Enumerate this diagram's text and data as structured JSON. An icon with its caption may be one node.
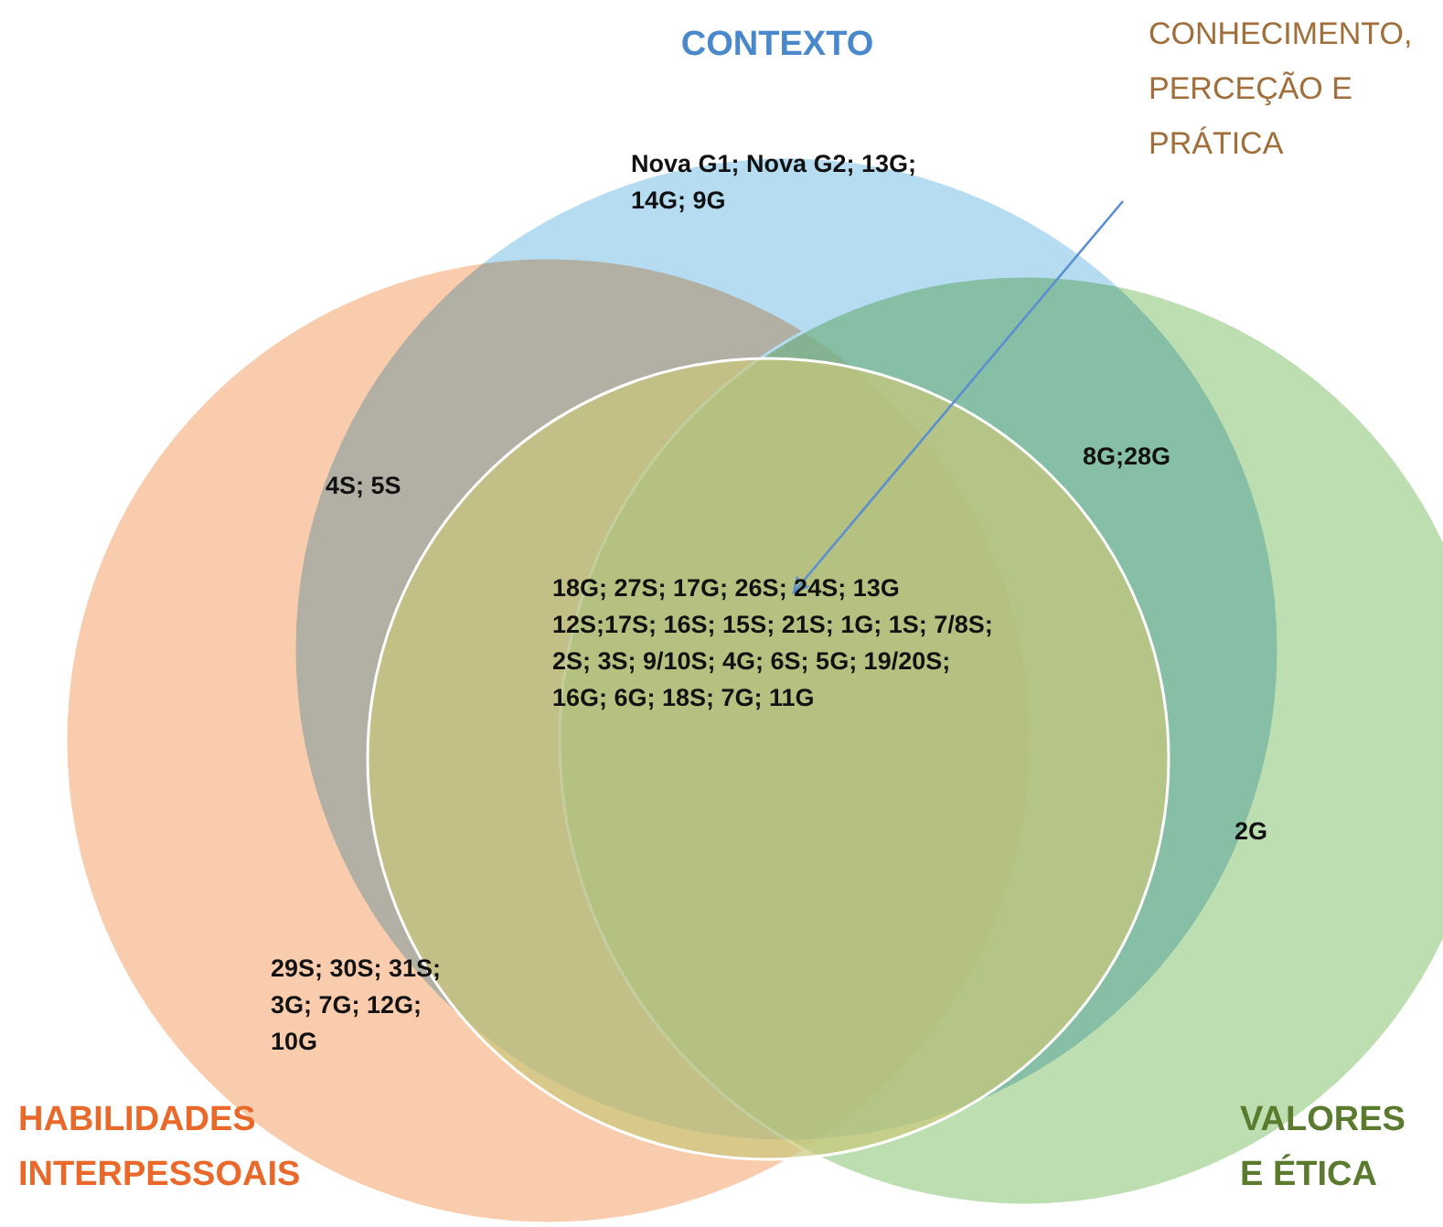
{
  "diagram": {
    "nodes": [
      {
        "text": [
          "CONHECIMENTO, PERCEÇÃO E PRÁTICA"
        ]
      },
      {
        "text": [],
        "shape": "circle"
      }
    ],
    "edges": [
      {
        "from": 0,
        "to": 1,
        "arrow": "to"
      }
    ],
    "labels": [
      "CONTEXTO",
      "Nova G1; Nova G2; 13G; 14G; 9G",
      "4S; 5S",
      "8G;28G",
      "18G; 27S; 17G; 26S; 24S; 13G 12S;17S; 16S; 15S; 21S; 1G; 1S; 7/8S; 2S; 3S; 9/10S; 4G; 6S; 5G; 19/20S; 16G; 6G; 18S; 7G; 11G",
      "2G",
      "29S; 30S; 31S; 3G; 7G; 12G; 10G",
      "HABILIDADES INTERPESSOAIS",
      "VALORES E ÉTICA"
    ]
  }
}
